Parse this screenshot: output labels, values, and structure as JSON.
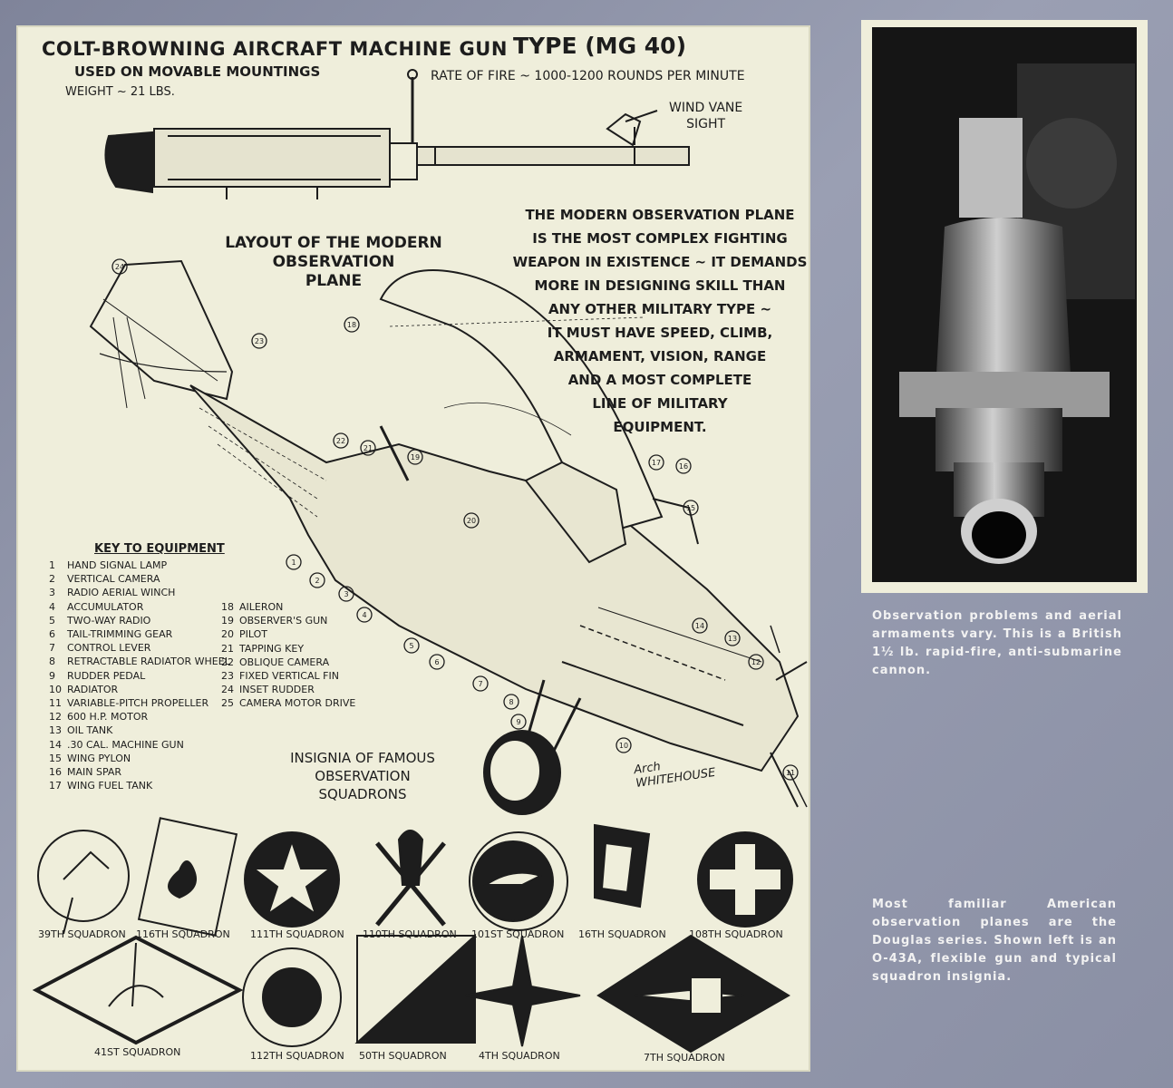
{
  "gun": {
    "title": "COLT-BROWNING AIRCRAFT MACHINE GUN",
    "mounting": "USED ON MOVABLE MOUNTINGS",
    "weight": "WEIGHT ~ 21 LBS.",
    "type": "TYPE (MG 40)",
    "rate": "RATE OF FIRE ~ 1000-1200 ROUNDS PER MINUTE",
    "sight_line1": "WIND VANE",
    "sight_line2": "SIGHT"
  },
  "blurb": [
    "THE MODERN OBSERVATION PLANE",
    "IS THE MOST COMPLEX FIGHTING",
    "WEAPON IN EXISTENCE ~ IT DEMANDS",
    "MORE IN DESIGNING SKILL THAN",
    "ANY OTHER MILITARY TYPE ~",
    "IT MUST HAVE SPEED, CLIMB,",
    "ARMAMENT, VISION, RANGE",
    "AND A MOST COMPLETE",
    "LINE OF MILITARY",
    "EQUIPMENT."
  ],
  "layout_title": [
    "LAYOUT OF THE MODERN",
    "OBSERVATION",
    "PLANE"
  ],
  "callouts": [
    "1",
    "2",
    "3",
    "4",
    "5",
    "6",
    "7",
    "8",
    "9",
    "10",
    "11",
    "12",
    "13",
    "14",
    "15",
    "16",
    "17",
    "18",
    "19",
    "20",
    "21",
    "22",
    "23",
    "24"
  ],
  "key": {
    "heading": "KEY TO EQUIPMENT",
    "col1": [
      {
        "n": "1",
        "t": "HAND SIGNAL LAMP"
      },
      {
        "n": "2",
        "t": "VERTICAL CAMERA"
      },
      {
        "n": "3",
        "t": "RADIO AERIAL WINCH"
      },
      {
        "n": "4",
        "t": "ACCUMULATOR"
      },
      {
        "n": "5",
        "t": "TWO-WAY RADIO"
      },
      {
        "n": "6",
        "t": "TAIL-TRIMMING GEAR"
      },
      {
        "n": "7",
        "t": "CONTROL LEVER"
      },
      {
        "n": "8",
        "t": "RETRACTABLE RADIATOR WHEEL"
      },
      {
        "n": "9",
        "t": "RUDDER PEDAL"
      },
      {
        "n": "10",
        "t": "RADIATOR"
      },
      {
        "n": "11",
        "t": "VARIABLE-PITCH PROPELLER"
      },
      {
        "n": "12",
        "t": "600 H.P. MOTOR"
      },
      {
        "n": "13",
        "t": "OIL TANK"
      },
      {
        "n": "14",
        "t": ".30 CAL. MACHINE GUN"
      },
      {
        "n": "15",
        "t": "WING PYLON"
      },
      {
        "n": "16",
        "t": "MAIN SPAR"
      },
      {
        "n": "17",
        "t": "WING FUEL TANK"
      }
    ],
    "col2": [
      {
        "n": "18",
        "t": "AILERON"
      },
      {
        "n": "19",
        "t": "OBSERVER'S GUN"
      },
      {
        "n": "20",
        "t": "PILOT"
      },
      {
        "n": "21",
        "t": "TAPPING KEY"
      },
      {
        "n": "22",
        "t": "OBLIQUE CAMERA"
      },
      {
        "n": "23",
        "t": "FIXED VERTICAL FIN"
      },
      {
        "n": "24",
        "t": "INSET RUDDER"
      },
      {
        "n": "25",
        "t": "CAMERA MOTOR DRIVE"
      }
    ]
  },
  "insignia_title": [
    "INSIGNIA OF FAMOUS",
    "OBSERVATION",
    "SQUADRONS"
  ],
  "signature": [
    "Arch",
    "WHITEHOUSE"
  ],
  "squadrons_row1": [
    "39TH SQUADRON",
    "116TH SQUADRON",
    "111TH SQUADRON",
    "110TH SQUADRON",
    "101ST SQUADRON",
    "16TH SQUADRON",
    "108TH SQUADRON"
  ],
  "squadrons_row2": [
    "41ST SQUADRON",
    "112TH SQUADRON",
    "50TH SQUADRON",
    "4TH SQUADRON",
    "7TH SQUADRON"
  ],
  "captions": {
    "photo": "Observation problems and aerial armaments vary. This is a British 1½ lb. rapid-fire, anti-submarine cannon.",
    "douglas": "Most familiar American observation planes are the Douglas series. Shown left is an O-43A, flexible gun and typical squadron insignia."
  }
}
